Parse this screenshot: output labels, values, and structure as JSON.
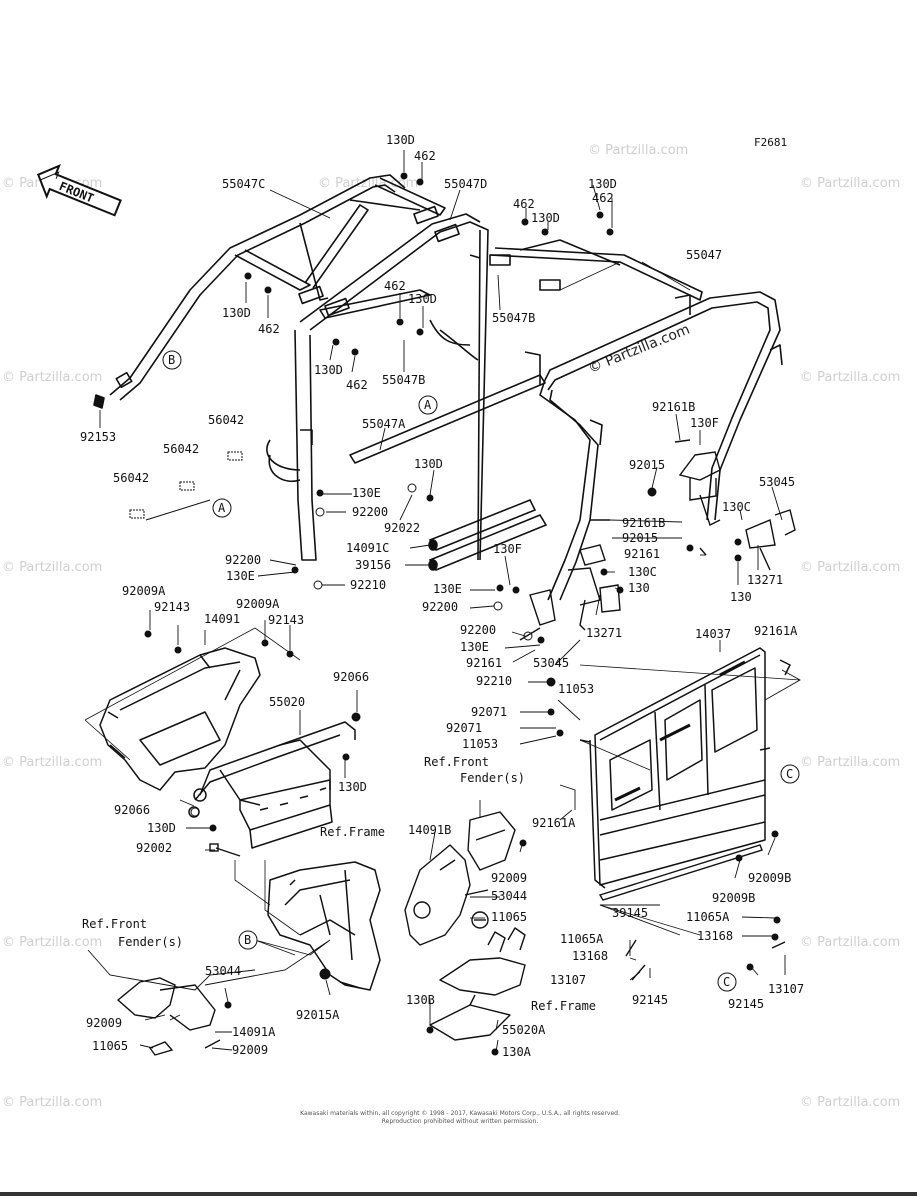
{
  "figure_id": "F2681",
  "footer": {
    "line1": "Kawasaki materials within, all copyright © 1998 - 2017, Kawasaki Motors Corp., U.S.A., all rights reserved.",
    "line2": "Reproduction prohibited without written permission."
  },
  "watermark": {
    "main": "© Partzilla.com",
    "side": "© Partzilla.com"
  },
  "direction": "FRONT",
  "ref_labels": {
    "front_fender_1": "Ref.Front",
    "front_fender_1b": "Fender(s)",
    "frame_1": "Ref.Frame",
    "front_fender_2": "Ref.Front",
    "front_fender_2b": "Fender(s)",
    "frame_2": "Ref.Frame"
  },
  "circles": {
    "a": "A",
    "b": "B",
    "c": "C"
  },
  "parts": {
    "p55047C": "55047C",
    "p130D_1": "130D",
    "p462_1": "462",
    "p55047D": "55047D",
    "p130D_2": "130D",
    "p462_2": "462",
    "p462_3": "462",
    "p130D_3": "130D",
    "p55047": "55047",
    "p130D_4": "130D",
    "p462_4": "462",
    "p462_5": "462",
    "p130D_5": "130D",
    "p55047B_1": "55047B",
    "p130D_6": "130D",
    "p462_6": "462",
    "p55047B_2": "55047B",
    "p92153": "92153",
    "p56042_1": "56042",
    "p56042_2": "56042",
    "p56042_3": "56042",
    "p55047A": "55047A",
    "p130D_7": "130D",
    "p130E_1": "130E",
    "p92200_1": "92200",
    "p92022": "92022",
    "p14091C": "14091C",
    "p39156": "39156",
    "p92200_2": "92200",
    "p130E_2": "130E",
    "p92210_1": "92210",
    "p92161B_1": "92161B",
    "p130F_1": "130F",
    "p92015_1": "92015",
    "p53045_1": "53045",
    "p130C_1": "130C",
    "p92161B_2": "92161B",
    "p92015_2": "92015",
    "p92161_1": "92161",
    "p13271_1": "13271",
    "p130_1": "130",
    "p130F_2": "130F",
    "p130E_3": "130E",
    "p92200_3": "92200",
    "p130C_2": "130C",
    "p130_2": "130",
    "p13271_2": "13271",
    "p92200_4": "92200",
    "p130E_4": "130E",
    "p92161_2": "92161",
    "p53045_2": "53045",
    "p92210_2": "92210",
    "p11053_1": "11053",
    "p92009A_1": "92009A",
    "p92143_1": "92143",
    "p92009A_2": "92009A",
    "p14091": "14091",
    "p92143_2": "92143",
    "p92066_1": "92066",
    "p55020": "55020",
    "p130D_8": "130D",
    "p92066_2": "92066",
    "p130D_9": "130D",
    "p92002": "92002",
    "p14037": "14037",
    "p92161A_1": "92161A",
    "p92071_1": "92071",
    "p92071_2": "92071",
    "p11053_2": "11053",
    "p92161A_2": "92161A",
    "p14091B": "14091B",
    "p92009_1": "92009",
    "p53044_1": "53044",
    "p11065_1": "11065",
    "p92009B_1": "92009B",
    "p92009B_2": "92009B",
    "p39145": "39145",
    "p11065A_1": "11065A",
    "p13168_1": "13168",
    "p11065A_2": "11065A",
    "p13168_2": "13168",
    "p13107_1": "13107",
    "p92145_1": "92145",
    "p13107_2": "13107",
    "p92145_2": "92145",
    "p53044_2": "53044",
    "p92015A": "92015A",
    "p92009_2": "92009",
    "p14091A": "14091A",
    "p11065_2": "11065",
    "p92009_3": "92009",
    "p130B": "130B",
    "p55020A": "55020A",
    "p130A": "130A"
  }
}
